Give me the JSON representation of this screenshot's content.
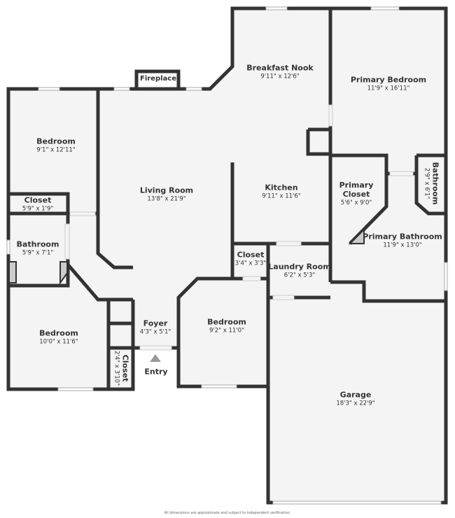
{
  "rooms": [
    {
      "name": "Breakfast Nook",
      "dims": "9'11\" x 12'6\""
    },
    {
      "name": "Primary Bedroom",
      "dims": "11'9\" x 16'11\""
    },
    {
      "name": "Bedroom",
      "dims": "9'1\" x 12'11\""
    },
    {
      "name": "Living Room",
      "dims": "13'8\" x 21'9\""
    },
    {
      "name": "Kitchen",
      "dims": "9'11\" x 11'6\""
    },
    {
      "name": "Primary Closet",
      "dims": "5'6\" x 9'0\""
    },
    {
      "name": "Bathroom",
      "dims": "2'9\" x 6'1\""
    },
    {
      "name": "Closet",
      "dims": "5'9\" x 1'9\""
    },
    {
      "name": "Bathroom",
      "dims": "5'9\" x 7'1\""
    },
    {
      "name": "Primary Bathroom",
      "dims": "11'9\" x 13'0\""
    },
    {
      "name": "Closet",
      "dims": "3'4\" x 3'3\""
    },
    {
      "name": "Laundry Room",
      "dims": "6'2\" x 5'3\""
    },
    {
      "name": "Bedroom",
      "dims": "10'0\" x 11'6\""
    },
    {
      "name": "Foyer",
      "dims": "4'3\" x 5'1\""
    },
    {
      "name": "Bedroom",
      "dims": "9'2\" x 11'0\""
    },
    {
      "name": "Closet",
      "dims": "2'4\" x 3'10\""
    },
    {
      "name": "Garage",
      "dims": "18'3\" x 22'9\""
    }
  ],
  "fireplace": "Fireplace",
  "entry": "Entry",
  "footer": "All dimensions are approximate and subject to independent verification.",
  "colors": {
    "wall": "#333333",
    "floor": "#f4f4f4",
    "arrow": "#999999"
  }
}
